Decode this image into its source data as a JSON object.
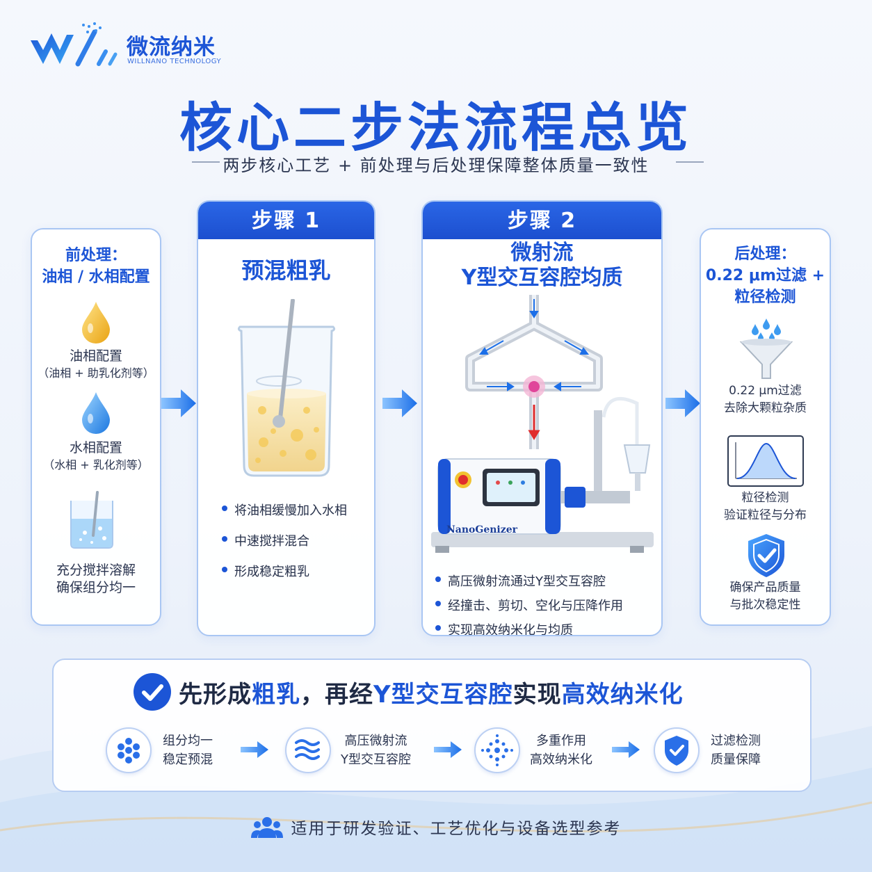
{
  "colors": {
    "primary": "#1c55d6",
    "light_border": "#a9c6f3",
    "text": "#2b3550"
  },
  "logo": {
    "cn": "微流纳米",
    "en": "WILLNANO TECHNOLOGY"
  },
  "title": "核心二步法流程总览",
  "subtitle": "两步核心工艺 + 前处理与后处理保障整体质量一致性",
  "pre": {
    "heading_line1": "前处理：",
    "heading_line2": "油相 / 水相配置",
    "oil_label": "油相配置",
    "oil_detail": "（油相 + 助乳化剂等）",
    "water_label": "水相配置",
    "water_detail": "（水相 + 乳化剂等）",
    "stir_line1": "充分搅拌溶解",
    "stir_line2": "确保组分均一"
  },
  "step1": {
    "badge": "步骤 1",
    "title": "预混粗乳",
    "bullets": [
      "将油相缓慢加入水相",
      "中速搅拌混合",
      "形成稳定粗乳"
    ]
  },
  "step2": {
    "badge": "步骤 2",
    "title_line1": "微射流",
    "title_line2": "Y型交互容腔均质",
    "device_brand": "NanoGenizer",
    "bullets": [
      "高压微射流通过Y型交互容腔",
      "经撞击、剪切、空化与压降作用",
      "实现高效纳米化与均质"
    ]
  },
  "post": {
    "heading_line1": "后处理：",
    "heading_line2": "0.22 μm过滤 +",
    "heading_line3": "粒径检测",
    "filter_line1": "0.22 μm过滤",
    "filter_line2": "去除大颗粒杂质",
    "size_line1": "粒径检测",
    "size_line2": "验证粒径与分布",
    "quality_line1": "确保产品质量",
    "quality_line2": "与批次稳定性"
  },
  "summary": {
    "part1": "先形成",
    "hl1": "粗乳",
    "part2": "，再经",
    "hl2": "Y型交互容腔",
    "part3": "实现",
    "hl3": "高效纳米化",
    "flow": [
      {
        "line1": "组分均一",
        "line2": "稳定预混"
      },
      {
        "line1": "高压微射流",
        "line2": "Y型交互容腔"
      },
      {
        "line1": "多重作用",
        "line2": "高效纳米化"
      },
      {
        "line1": "过滤检测",
        "line2": "质量保障"
      }
    ]
  },
  "footer": "适用于研发验证、工艺优化与设备选型参考"
}
